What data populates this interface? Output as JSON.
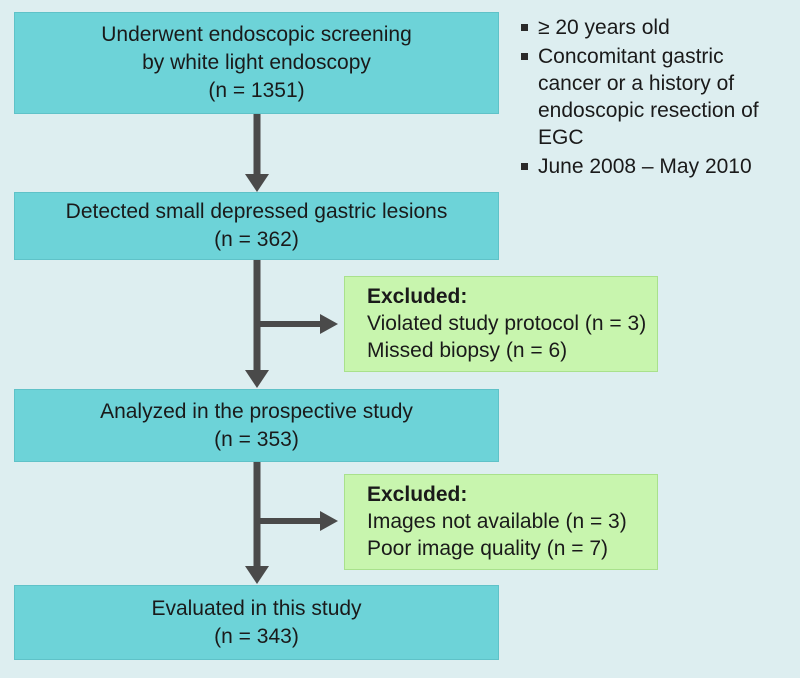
{
  "flow": {
    "step1": {
      "line1": "Underwent endoscopic screening",
      "line2": "by white light endoscopy",
      "count": "(n = 1351)"
    },
    "step2": {
      "line1": "Detected small depressed gastric lesions",
      "count": "(n = 362)"
    },
    "step3": {
      "line1": "Analyzed in the prospective study",
      "count": "(n = 353)"
    },
    "step4": {
      "line1": "Evaluated in this study",
      "count": "(n = 343)"
    }
  },
  "exclusions": [
    {
      "heading": "Excluded:",
      "items": [
        "Violated study protocol (n = 3)",
        "Missed biopsy (n = 6)"
      ]
    },
    {
      "heading": "Excluded:",
      "items": [
        "Images not available (n = 3)",
        "Poor image quality (n = 7)"
      ]
    }
  ],
  "criteria": [
    "≥ 20 years old",
    "Concomitant gastric cancer or a history of endoscopic resection of EGC",
    "June 2008 – May 2010"
  ],
  "colors": {
    "background": "#ddeef0",
    "step_box": "#6dd3d8",
    "exclusion_box": "#c8f5ae",
    "arrow": "#4a4a4a"
  }
}
